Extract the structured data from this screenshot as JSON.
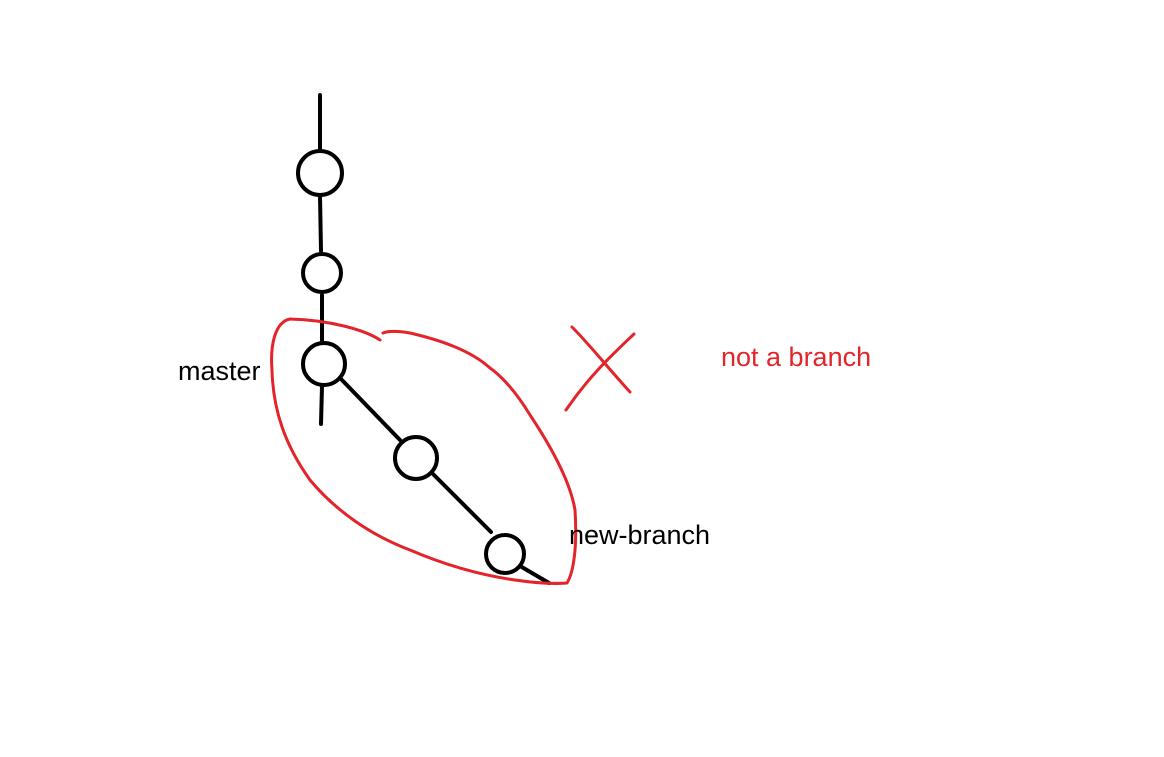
{
  "labels": {
    "master": "master",
    "new_branch": "new-branch",
    "not_a_branch": "not a branch"
  },
  "colors": {
    "ink": "#000000",
    "annotation": "#e3242b",
    "background": "#ffffff"
  },
  "icons": {
    "cross": "x-mark-icon"
  }
}
